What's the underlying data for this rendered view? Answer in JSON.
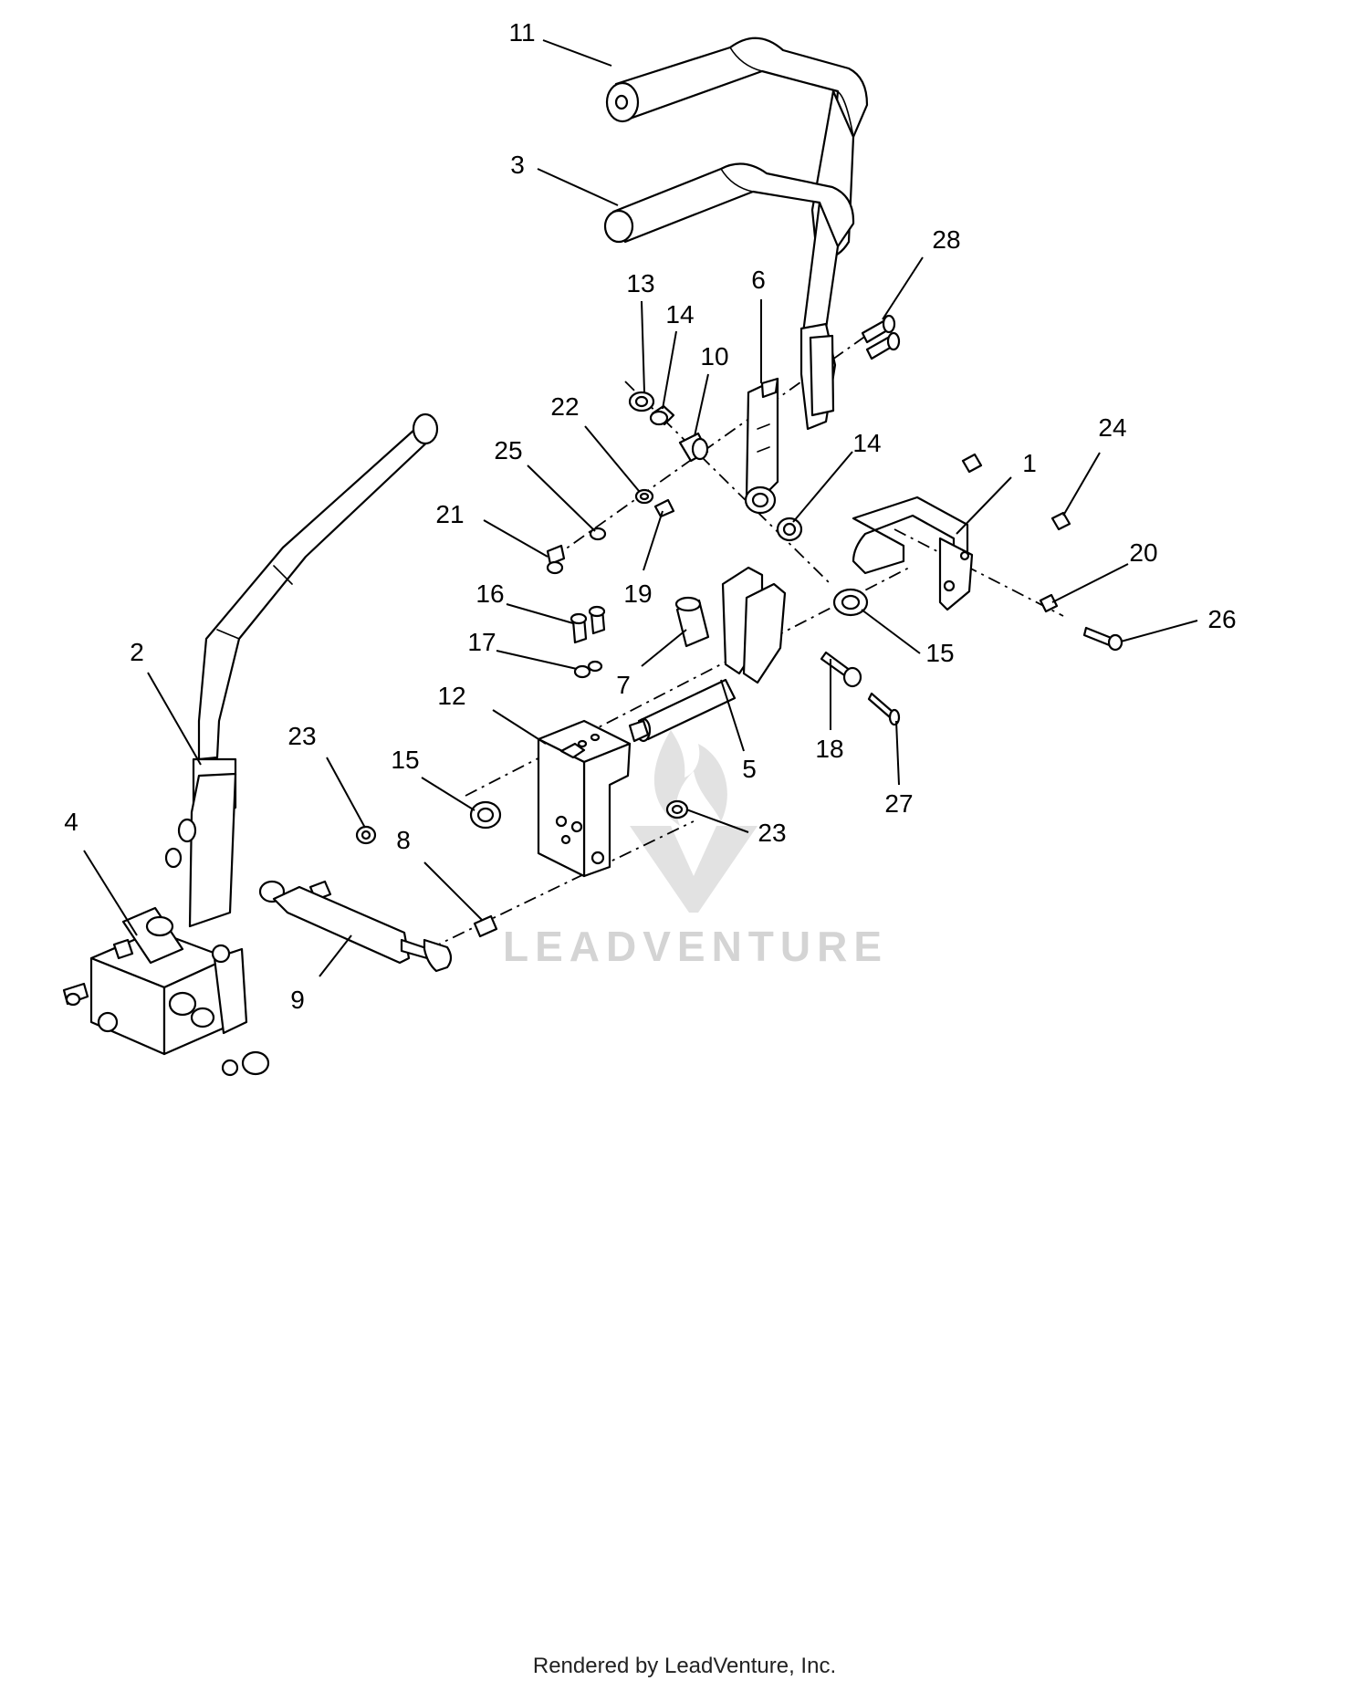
{
  "diagram": {
    "callouts": [
      "11",
      "3",
      "13",
      "14",
      "10",
      "6",
      "28",
      "22",
      "25",
      "21",
      "19",
      "14",
      "1",
      "24",
      "16",
      "17",
      "7",
      "20",
      "26",
      "15",
      "2",
      "12",
      "5",
      "18",
      "23",
      "15",
      "8",
      "23",
      "27",
      "4",
      "9"
    ]
  },
  "watermark": {
    "text": "LEADVENTURE"
  },
  "footer": {
    "text": "Rendered by LeadVenture, Inc."
  },
  "colors": {
    "line": "#000000",
    "background": "#ffffff",
    "watermark": "#d4d4d4"
  }
}
